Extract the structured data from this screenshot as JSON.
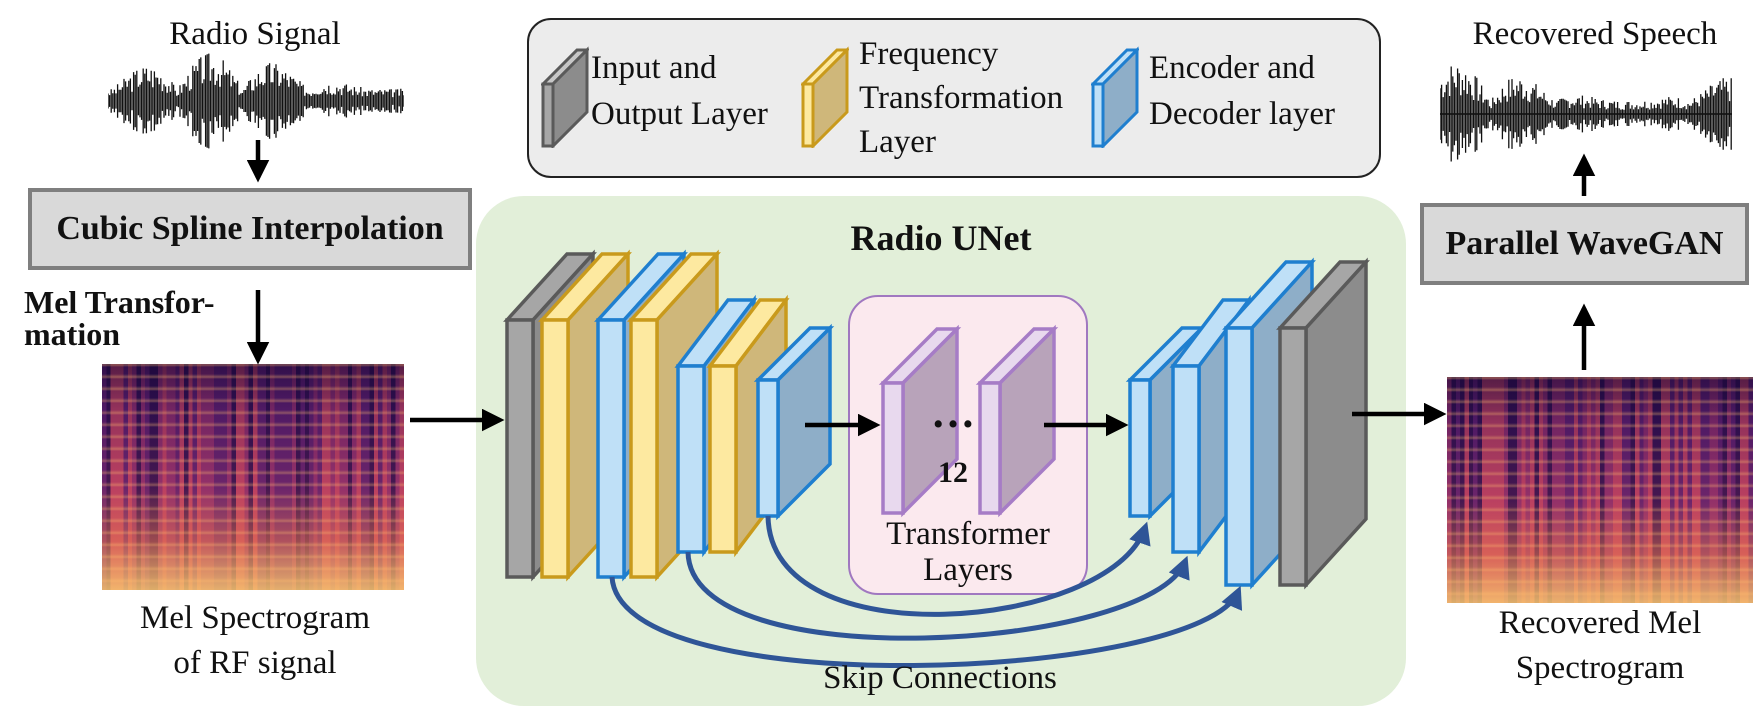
{
  "legend": {
    "items": [
      {
        "label": "Input and Output Layer",
        "line1": "Input and",
        "line2": "Output Layer",
        "color": "#a6a6a6"
      },
      {
        "label": "Frequency Transformation Layer",
        "line1": "Frequency",
        "line2": "Transformation",
        "line3": "Layer",
        "color": "#d8bf6e"
      },
      {
        "label": "Encoder and Decoder layer",
        "line1": "Encoder and",
        "line2": "Decoder layer",
        "color": "#5aa6e0"
      }
    ]
  },
  "input": {
    "radio_signal": "Radio Signal",
    "interp_box": "Cubic Spline Interpolation",
    "mel_line1": "Mel Transfor-",
    "mel_line2": "mation",
    "spec_line1": "Mel Spectrogram",
    "spec_line2": "of RF signal"
  },
  "unet": {
    "title": "Radio UNet",
    "dots": "…",
    "repeat": "12",
    "transformer_line1": "Transformer",
    "transformer_line2": "Layers",
    "skip": "Skip Connections"
  },
  "output": {
    "speech": "Recovered Speech",
    "vocoder_box": "Parallel WaveGAN",
    "spec_line1": "Recovered Mel",
    "spec_line2": "Spectrogram"
  },
  "colors": {
    "gray_front": "#a6a6a6",
    "gray_side": "#8c8c8c",
    "gray_edge": "#5a5a5a",
    "yellow_front": "#fde9a0",
    "yellow_side": "#cfb77a",
    "yellow_edge": "#c99a1c",
    "blue_front": "#bfe0f7",
    "blue_side": "#8eaec8",
    "blue_edge": "#1f7fcf",
    "purple_front": "#e8d9ee",
    "purple_side": "#b8a3ba",
    "purple_edge": "#a67cc6",
    "arrow_skip": "#2f5597",
    "panel_green": "#e2efd9",
    "panel_pink": "#fbe9ee"
  }
}
